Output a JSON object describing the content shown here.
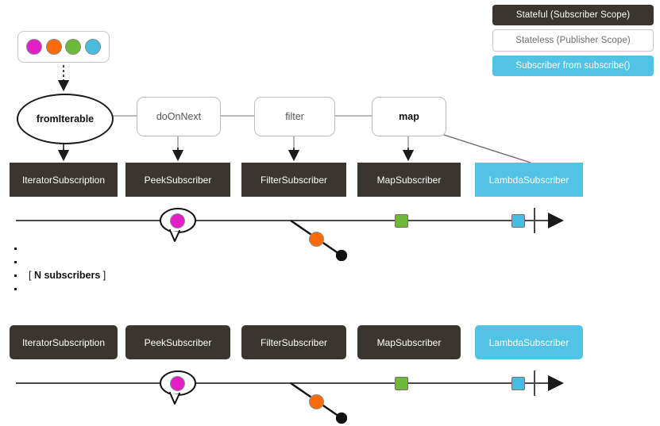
{
  "legend": {
    "items": [
      {
        "label": "Stateful (Subscriber Scope)",
        "style": "stateful",
        "color": "#3a352f"
      },
      {
        "label": "Stateless (Publisher Scope)",
        "style": "stateless",
        "color": "#ffffff"
      },
      {
        "label": "Subscriber from subscribe()",
        "style": "subscriber",
        "color": "#52c3e5"
      }
    ]
  },
  "source": {
    "name": "source-elements",
    "marbles": [
      {
        "name": "marble-magenta",
        "color": "#e21fc6"
      },
      {
        "name": "marble-orange",
        "color": "#f96a08"
      },
      {
        "name": "marble-green",
        "color": "#6eb93a"
      },
      {
        "name": "marble-blue",
        "color": "#48bde0"
      }
    ]
  },
  "operators": [
    {
      "label": "fromIterable",
      "shape": "ellipse",
      "bold": true
    },
    {
      "label": "doOnNext",
      "shape": "rounded-rect",
      "bold": false
    },
    {
      "label": "filter",
      "shape": "rounded-rect",
      "bold": false
    },
    {
      "label": "map",
      "shape": "rounded-rect",
      "bold": true
    }
  ],
  "subscribers_row1": [
    {
      "label": "IteratorSubscription",
      "kind": "stateful"
    },
    {
      "label": "PeekSubscriber",
      "kind": "stateful"
    },
    {
      "label": "FilterSubscriber",
      "kind": "stateful"
    },
    {
      "label": "MapSubscriber",
      "kind": "stateful"
    },
    {
      "label": "LambdaSubscriber",
      "kind": "subscribe"
    }
  ],
  "subscribers_row2": [
    {
      "label": "IteratorSubscription",
      "kind": "stateful"
    },
    {
      "label": "PeekSubscriber",
      "kind": "stateful"
    },
    {
      "label": "FilterSubscriber",
      "kind": "stateful"
    },
    {
      "label": "MapSubscriber",
      "kind": "stateful"
    },
    {
      "label": "LambdaSubscriber",
      "kind": "subscribe"
    }
  ],
  "divider": {
    "label_prefix": "[ ",
    "label_bold": "N subscribers",
    "label_suffix": " ]",
    "dot_count": 4
  },
  "timeline": {
    "events": [
      {
        "name": "emitted-magenta-callout",
        "color": "#e21fc6",
        "shape": "circle-callout"
      },
      {
        "name": "filtered-orange",
        "color": "#f96a08",
        "shape": "circle-dropped"
      },
      {
        "name": "mapped-green",
        "color": "#6eb93a",
        "shape": "square"
      },
      {
        "name": "mapped-blue",
        "color": "#48bde0",
        "shape": "square"
      },
      {
        "name": "complete-bar",
        "color": "#4a4a4a",
        "shape": "vertical-bar"
      }
    ]
  },
  "colors": {
    "dark_box": "#3a352f",
    "accent_blue": "#52c3e5",
    "line": "#4a4a4a",
    "border_light": "#bdbdbd"
  }
}
